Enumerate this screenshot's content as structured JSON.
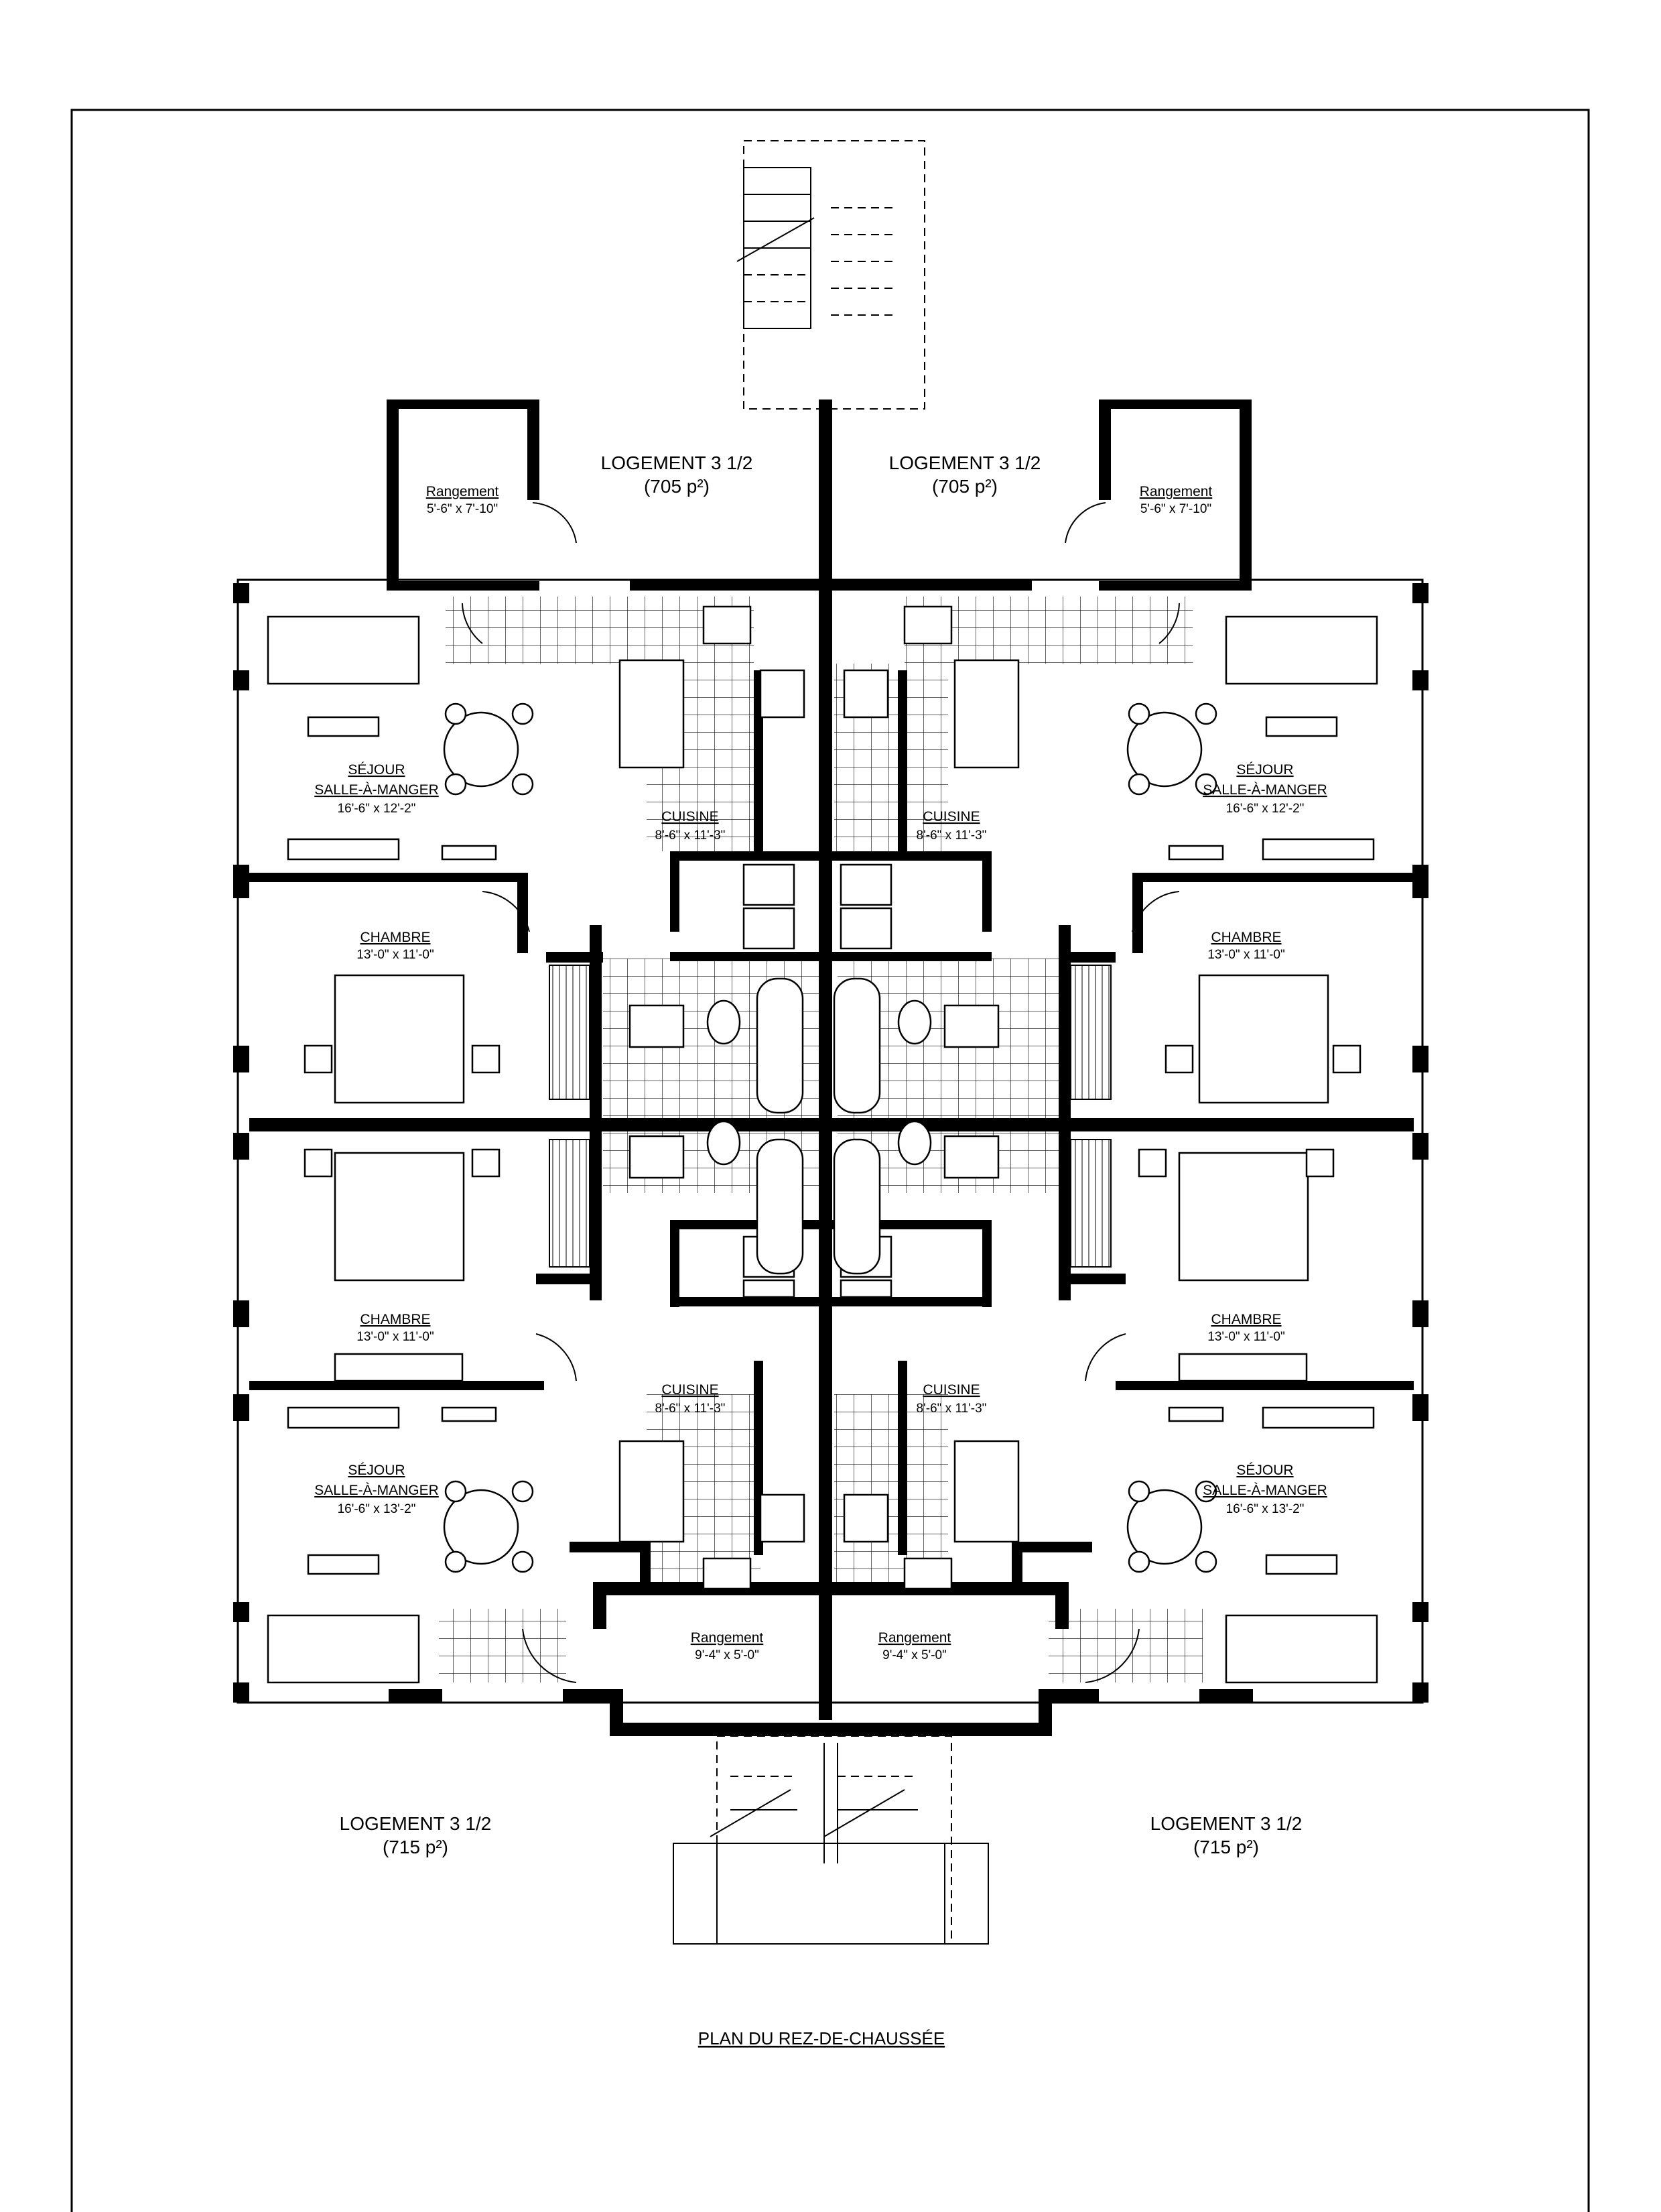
{
  "plan_title": "PLAN DU REZ-DE-CHAUSSÉE",
  "units": {
    "top_left": {
      "name": "LOGEMENT 3 1/2",
      "area": "(705 p²)"
    },
    "top_right": {
      "name": "LOGEMENT 3 1/2",
      "area": "(705 p²)"
    },
    "bottom_left": {
      "name": "LOGEMENT 3 1/2",
      "area": "(715 p²)"
    },
    "bottom_right": {
      "name": "LOGEMENT 3 1/2",
      "area": "(715 p²)"
    }
  },
  "rooms": {
    "storage_top_left": {
      "label": "Rangement",
      "dims": "5'-6\" x 7'-10\""
    },
    "storage_top_right": {
      "label": "Rangement",
      "dims": "5'-6\" x 7'-10\""
    },
    "storage_bottom_left": {
      "label": "Rangement",
      "dims": "9'-4\" x 5'-0\""
    },
    "storage_bottom_right": {
      "label": "Rangement",
      "dims": "9'-4\" x 5'-0\""
    },
    "living_top_left": {
      "label1": "SÉJOUR",
      "label2": "SALLE-À-MANGER",
      "dims": "16'-6\" x 12'-2\""
    },
    "living_top_right": {
      "label1": "SÉJOUR",
      "label2": "SALLE-À-MANGER",
      "dims": "16'-6\" x 12'-2\""
    },
    "living_bottom_left": {
      "label1": "SÉJOUR",
      "label2": "SALLE-À-MANGER",
      "dims": "16'-6\" x 13'-2\""
    },
    "living_bottom_right": {
      "label1": "SÉJOUR",
      "label2": "SALLE-À-MANGER",
      "dims": "16'-6\" x 13'-2\""
    },
    "kitchen_top_left": {
      "label": "CUISINE",
      "dims": "8'-6\" x 11'-3\""
    },
    "kitchen_top_right": {
      "label": "CUISINE",
      "dims": "8'-6\" x 11'-3\""
    },
    "kitchen_bottom_left": {
      "label": "CUISINE",
      "dims": "8'-6\" x 11'-3\""
    },
    "kitchen_bottom_right": {
      "label": "CUISINE",
      "dims": "8'-6\" x 11'-3\""
    },
    "bedroom_top_left": {
      "label": "CHAMBRE",
      "dims": "13'-0\" x 11'-0\""
    },
    "bedroom_top_right": {
      "label": "CHAMBRE",
      "dims": "13'-0\" x 11'-0\""
    },
    "bedroom_bottom_left": {
      "label": "CHAMBRE",
      "dims": "13'-0\" x 11'-0\""
    },
    "bedroom_bottom_right": {
      "label": "CHAMBRE",
      "dims": "13'-0\" x 11'-0\""
    }
  }
}
